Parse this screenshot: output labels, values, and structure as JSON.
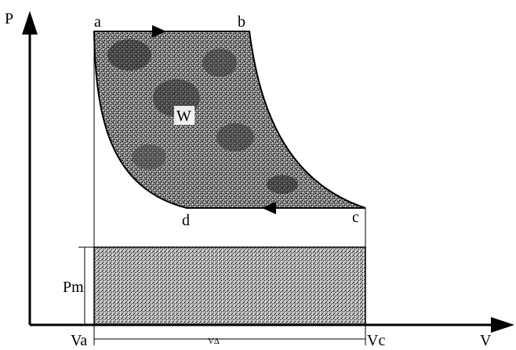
{
  "axes": {
    "y_label": "P",
    "x_label": "V"
  },
  "points": {
    "a": "a",
    "b": "b",
    "c": "c",
    "d": "d"
  },
  "labels": {
    "work": "W",
    "mean_pressure": "Pm",
    "va": "Va",
    "vc": "Vc",
    "vs": "V∆"
  },
  "colors": {
    "ink": "#000000",
    "fill_dark": "#555555",
    "fill_light": "#9a9a9a",
    "background": "#ffffff"
  }
}
